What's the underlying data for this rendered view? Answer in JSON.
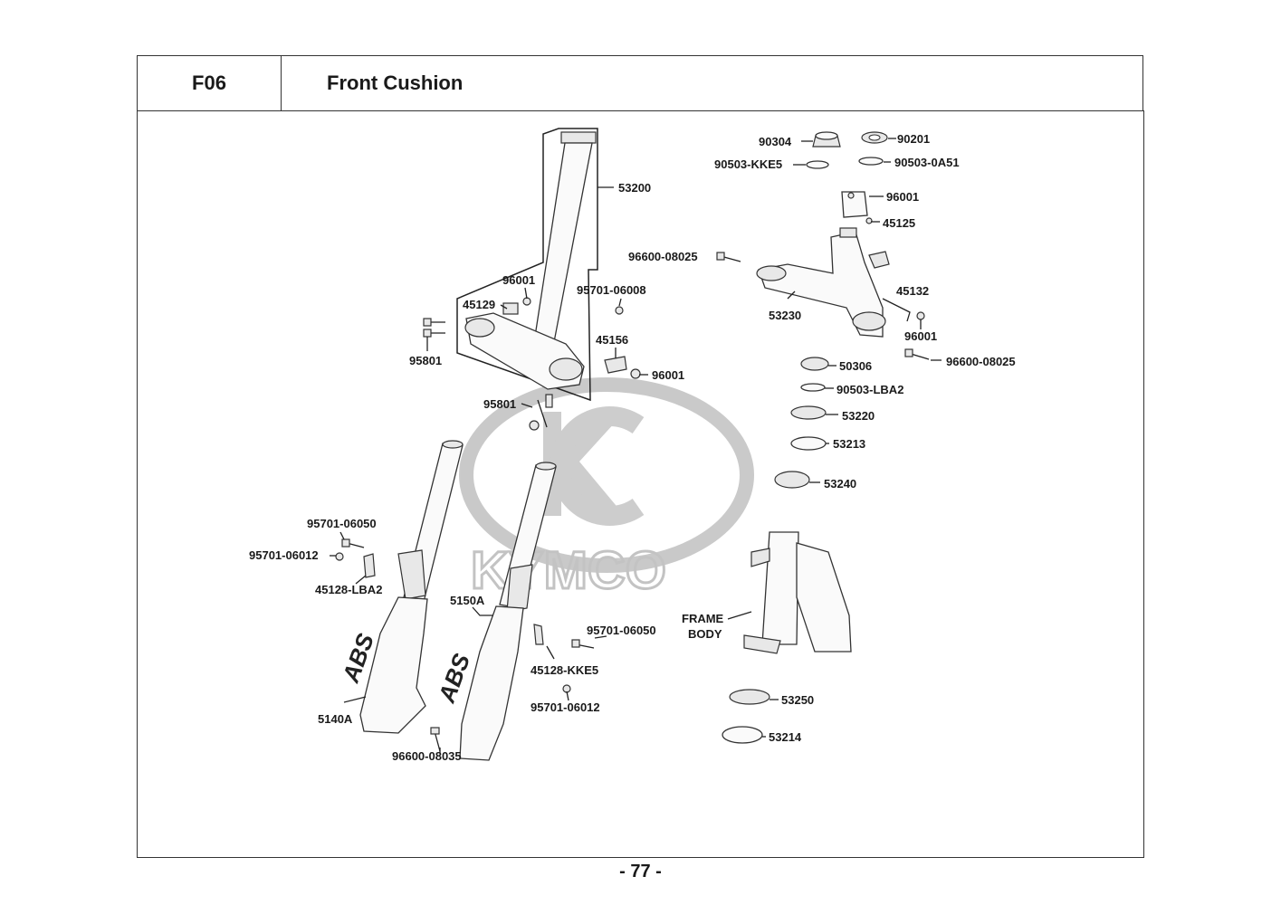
{
  "header": {
    "code": "F06",
    "title": "Front Cushion"
  },
  "watermark": {
    "brand": "KYMCO"
  },
  "labels": {
    "l53200": "53200",
    "l96001a": "96001",
    "l45129": "45129",
    "l95701_06008": "95701-06008",
    "l95801a": "95801",
    "l45156": "45156",
    "l96001b": "96001",
    "l95801b": "95801",
    "l90304": "90304",
    "l90201": "90201",
    "l90503_KKE5": "90503-KKE5",
    "l90503_0A51": "90503-0A51",
    "l96001c": "96001",
    "l45125": "45125",
    "l96600_08025a": "96600-08025",
    "l45132": "45132",
    "l53230": "53230",
    "l96001d": "96001",
    "l96600_08025b": "96600-08025",
    "l50306": "50306",
    "l90503_LBA2": "90503-LBA2",
    "l53220": "53220",
    "l53213": "53213",
    "l53240": "53240",
    "l95701_06050a": "95701-06050",
    "l95701_06012a": "95701-06012",
    "l45128_LBA2": "45128-LBA2",
    "l5150A": "5150A",
    "l95701_06050b": "95701-06050",
    "l45128_KKE5": "45128-KKE5",
    "l5140A": "5140A",
    "l95701_06012b": "95701-06012",
    "l96600_08035": "96600-08035",
    "frame_line1": "FRAME",
    "frame_line2": "BODY",
    "l53250": "53250",
    "l53214": "53214",
    "abs_left": "ABS",
    "abs_right": "ABS"
  },
  "page_number": "- 77 -"
}
